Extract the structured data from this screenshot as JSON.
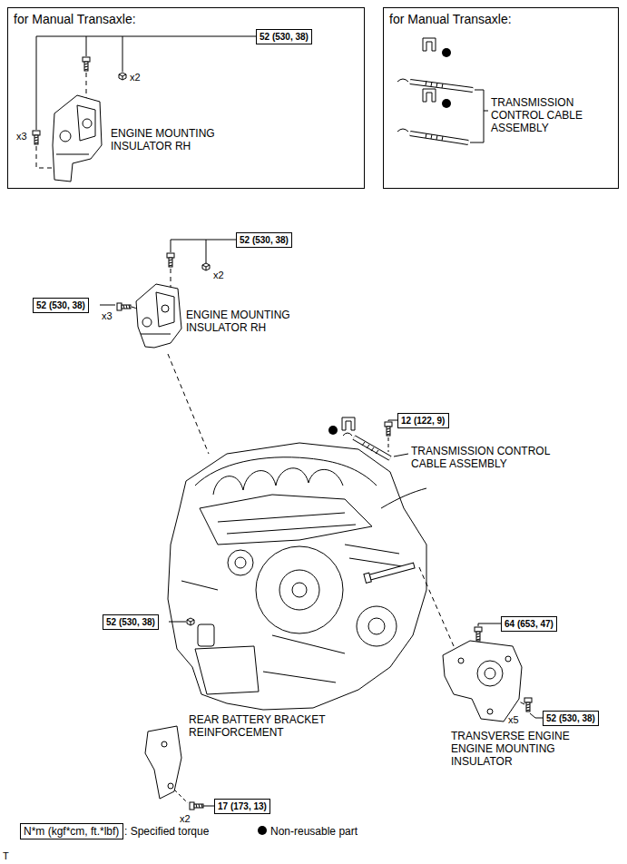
{
  "diagram": {
    "nodes": [
      {
        "text": [
          "for Manual Transaxle:"
        ]
      },
      {
        "text": [
          "52 (530, 38)"
        ],
        "in": 0
      },
      {
        "text": [
          "for Manual Transaxle:"
        ]
      },
      {
        "text": [
          "52 (530, 38)"
        ]
      },
      {
        "text": [
          "52 (530, 38)"
        ]
      },
      {
        "text": [
          "12 (122, 9)"
        ]
      },
      {
        "text": [
          "64 (653, 47)"
        ]
      },
      {
        "text": [
          "52 (530, 38)"
        ]
      },
      {
        "text": [
          "52 (530, 38)"
        ]
      },
      {
        "text": [
          "17 (173, 13)"
        ]
      },
      {
        "text": [
          "N*m (kgf*cm, ft.*lbf)"
        ]
      }
    ],
    "labels": [
      "x2",
      "x3",
      "ENGINE MOUNTING INSULATOR RH",
      "TRANSMISSION CONTROL CABLE ASSEMBLY",
      "x2",
      "x3",
      "ENGINE MOUNTING INSULATOR RH",
      "TRANSMISSION CONTROL CABLE ASSEMBLY",
      "x5",
      "TRANSVERSE ENGINE ENGINE MOUNTING INSULATOR",
      "REAR BATTERY BRACKET REINFORCEMENT",
      "x2",
      "T"
    ],
    "legend": [
      {
        "text": ": Specified torque"
      },
      {
        "text": "Non-reusable part"
      }
    ]
  }
}
